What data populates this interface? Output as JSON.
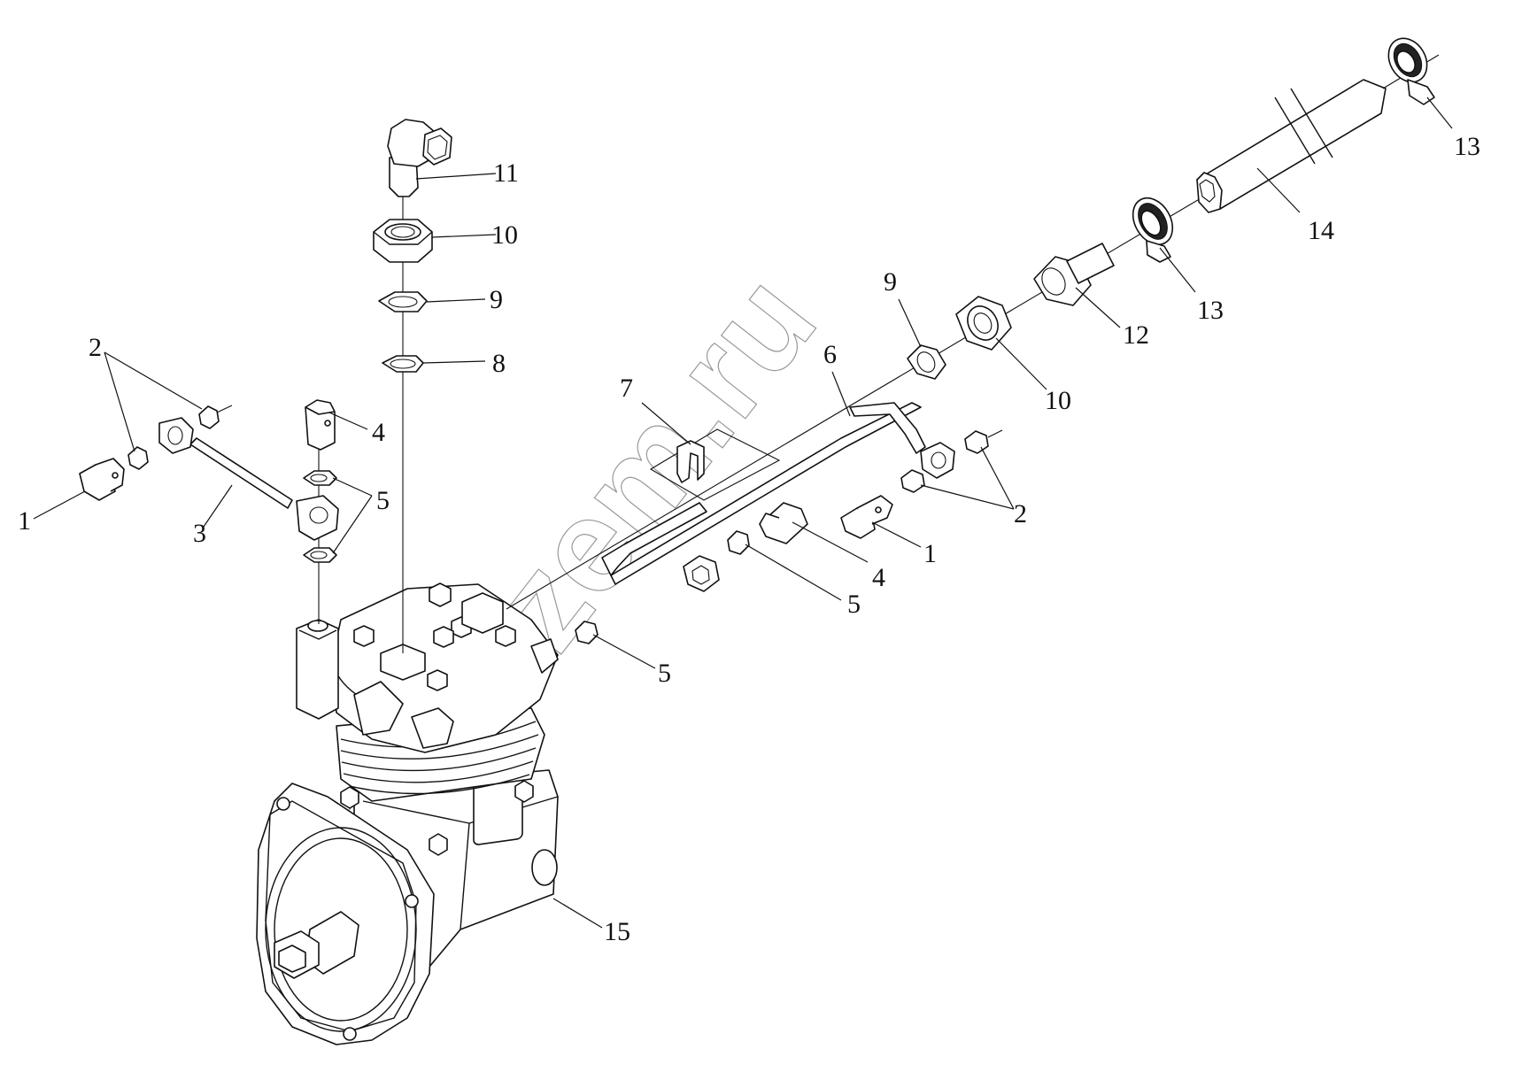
{
  "watermark": "agrozem.ru",
  "callouts": {
    "c1_left": "1",
    "c2_left": "2",
    "c3": "3",
    "c4_left": "4",
    "c5_left": "5",
    "c8": "8",
    "c9_top": "9",
    "c10_top": "10",
    "c11": "11",
    "c7": "7",
    "c6": "6",
    "c9_right": "9",
    "c10_right": "10",
    "c12": "12",
    "c13_mid": "13",
    "c13_top": "13",
    "c14": "14",
    "c2_right": "2",
    "c1_right": "1",
    "c4_right": "4",
    "c5_mid": "5",
    "c5_low": "5",
    "c15": "15"
  }
}
